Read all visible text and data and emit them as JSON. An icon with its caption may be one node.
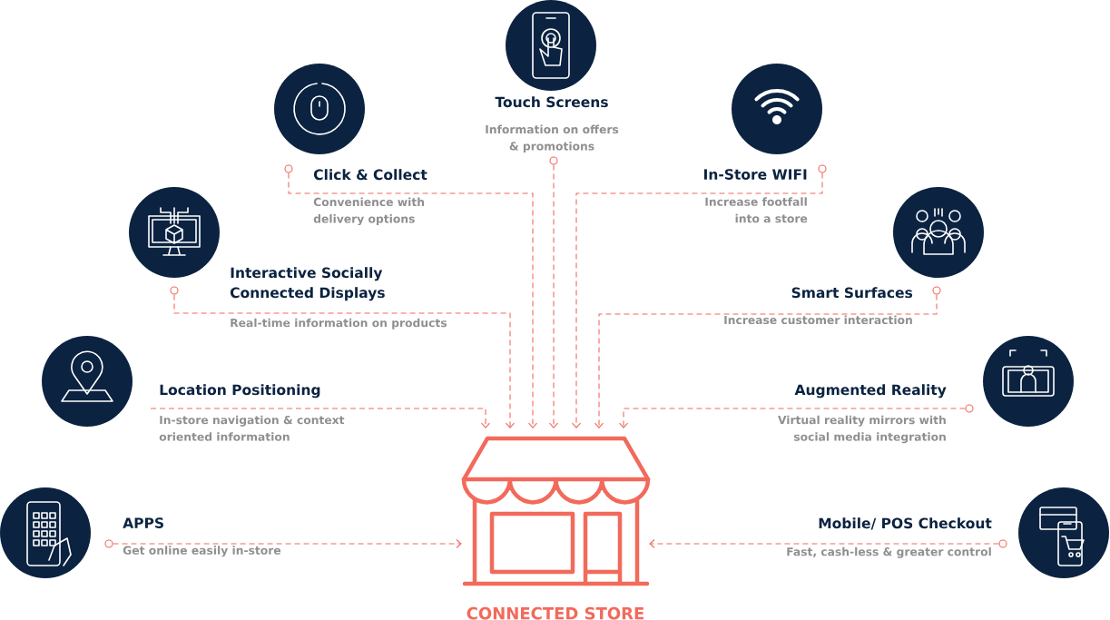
{
  "diagram": {
    "nodes": [
      {
        "text": [],
        "shape": "circle",
        "beside": [
          "Touch Screens",
          "Information on offers & promotions"
        ]
      },
      {
        "text": [],
        "shape": "circle",
        "beside": [
          "Click & Collect",
          "Convenience with delivery options"
        ]
      },
      {
        "text": [],
        "shape": "circle",
        "beside": [
          "In-Store WIFI",
          "Increase footfall into a store"
        ]
      },
      {
        "text": [],
        "shape": "circle",
        "beside": [
          "Interactive Socially Connected Displays",
          "Real-time information on products"
        ]
      },
      {
        "text": [],
        "shape": "circle",
        "beside": [
          "Smart Surfaces",
          "Increase customer interaction"
        ]
      },
      {
        "text": [],
        "shape": "circle",
        "beside": [
          "Augmented Reality",
          "Virtual reality mirrors with social media integration"
        ]
      },
      {
        "text": [],
        "shape": "circle",
        "beside": [
          "APPS",
          "Get online easily in-store"
        ]
      },
      {
        "text": [],
        "shape": "circle",
        "beside": [
          "Mobile/ POS Checkout",
          "Fast, cash-less & greater control"
        ]
      },
      {
        "text": [
          "CONNECTED STORE"
        ]
      }
    ],
    "edges": [
      {
        "from": 0,
        "to": 8,
        "arrow": "to",
        "style": "dashed"
      },
      {
        "from": 1,
        "to": 8,
        "arrow": "to",
        "style": "dashed"
      },
      {
        "from": 2,
        "to": 8,
        "arrow": "to",
        "style": "dashed"
      },
      {
        "from": 3,
        "to": 8,
        "arrow": "to",
        "style": "dashed"
      },
      {
        "from": 4,
        "to": 8,
        "arrow": "to",
        "style": "dashed"
      },
      {
        "from": null,
        "to": 8,
        "arrow": "to",
        "style": "dashed"
      },
      {
        "from": 5,
        "to": 8,
        "arrow": "to",
        "style": "dashed"
      },
      {
        "from": 6,
        "to": 8,
        "arrow": "to",
        "style": "dashed"
      },
      {
        "from": 7,
        "to": 8,
        "arrow": "to",
        "style": "dashed"
      }
    ],
    "labels": [
      "Location Positioning",
      "In-store navigation & context oriented information"
    ]
  }
}
